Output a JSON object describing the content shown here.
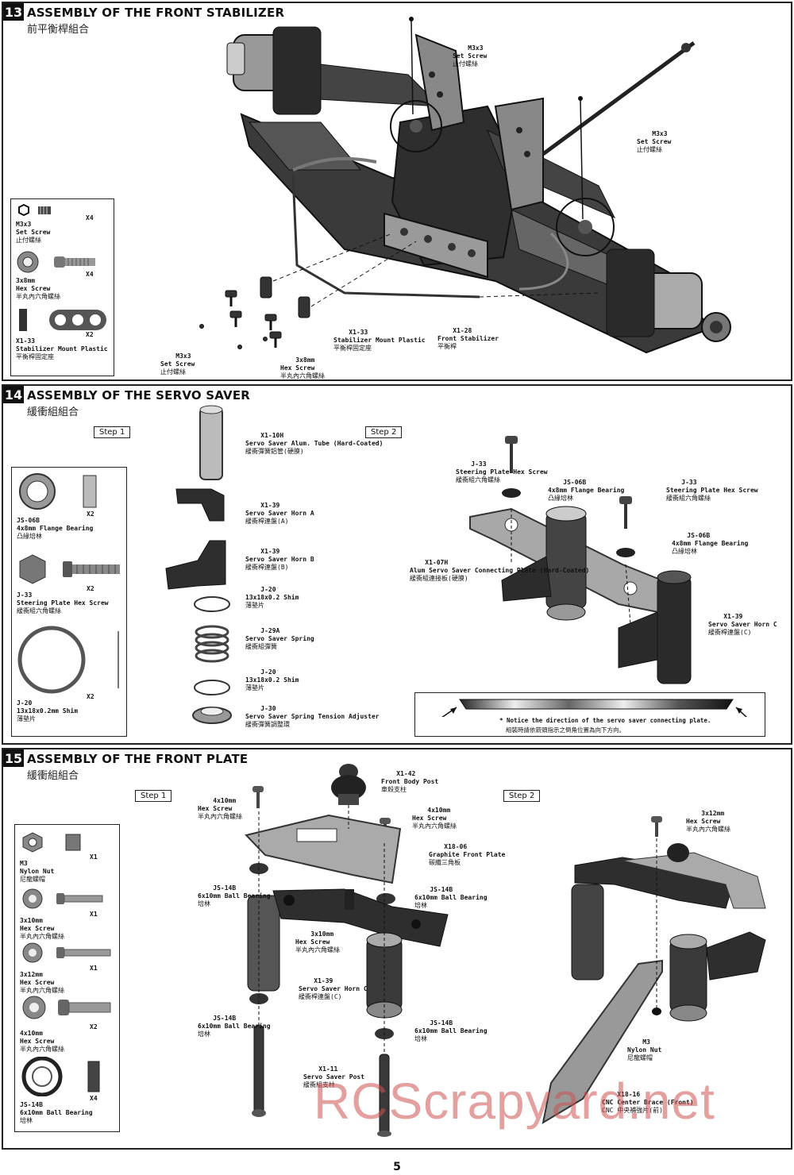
{
  "s13": {
    "num": "13",
    "title": "ASSEMBLY OF THE FRONT STABILIZER",
    "ctitle": "前平衡桿組合",
    "legend": [
      {
        "code": "M3x3",
        "name": "Set Screw",
        "cn": "止付螺絲",
        "qty": "X4"
      },
      {
        "code": "3x8mm",
        "name": "Hex Screw",
        "cn": "半丸內六角螺絲",
        "qty": "X4"
      },
      {
        "code": "X1-33",
        "name": "Stabilizer Mount Plastic",
        "cn": "平衡桿固定座",
        "qty": "X2"
      }
    ],
    "callouts": [
      {
        "code": "M3x3",
        "name": "Set Screw",
        "cn": "止付螺絲"
      },
      {
        "code": "M3x3",
        "name": "Set Screw",
        "cn": "止付螺絲"
      },
      {
        "code": "X1-28",
        "name": "Front Stabilizer",
        "cn": "平衡桿"
      },
      {
        "code": "X1-33",
        "name": "Stabilizer Mount Plastic",
        "cn": "平衡桿固定座"
      },
      {
        "code": "3x8mm",
        "name": "Hex Screw",
        "cn": "半丸內六角螺絲"
      },
      {
        "code": "M3x3",
        "name": "Set Screw",
        "cn": "止付螺絲"
      }
    ]
  },
  "s14": {
    "num": "14",
    "title": "ASSEMBLY OF THE SERVO SAVER",
    "ctitle": "緩衝組組合",
    "step1": "Step 1",
    "step2": "Step 2",
    "legend": [
      {
        "code": "JS-06B",
        "name": "4x8mm Flange Bearing",
        "cn": "凸緣培林",
        "qty": "X2"
      },
      {
        "code": "J-33",
        "name": "Steering Plate Hex Screw",
        "cn": "緩衝組六角螺絲",
        "qty": "X2"
      },
      {
        "code": "J-20",
        "name": "13x18x0.2mm Shim",
        "cn": "薄墊片",
        "qty": "X2"
      }
    ],
    "callouts1": [
      {
        "code": "X1-10H",
        "name": "Servo Saver Alum. Tube (Hard-Coated)",
        "cn": "緩衝彈簧鋁管(硬膜)"
      },
      {
        "code": "X1-39",
        "name": "Servo Saver Horn A",
        "cn": "緩衝桿連盤(A)"
      },
      {
        "code": "X1-39",
        "name": "Servo Saver Horn B",
        "cn": "緩衝桿連盤(B)"
      },
      {
        "code": "J-20",
        "name": "13x18x0.2 Shim",
        "cn": "薄墊片"
      },
      {
        "code": "J-29A",
        "name": "Servo Saver Spring",
        "cn": "緩衝組彈簧"
      },
      {
        "code": "J-20",
        "name": "13x18x0.2 Shim",
        "cn": "薄墊片"
      },
      {
        "code": "J-30",
        "name": "Servo Saver Spring Tension Adjuster",
        "cn": "緩衝彈簧調整環"
      }
    ],
    "callouts2": [
      {
        "code": "J-33",
        "name": "Steering Plate Hex Screw",
        "cn": "緩衝組六角螺絲"
      },
      {
        "code": "JS-06B",
        "name": "4x8mm Flange Bearing",
        "cn": "凸緣培林"
      },
      {
        "code": "J-33",
        "name": "Steering Plate Hex Screw",
        "cn": "緩衝組六角螺絲"
      },
      {
        "code": "JS-06B",
        "name": "4x8mm Flange Bearing",
        "cn": "凸緣培林"
      },
      {
        "code": "X1-07H",
        "name": "Alum Servo Saver Connecting Plate (Hard-Coated)",
        "cn": "緩衝組連接板(硬膜)"
      },
      {
        "code": "X1-39",
        "name": "Servo Saver Horn C",
        "cn": "緩衝桿連盤(C)"
      }
    ],
    "note": "* Notice the direction of the servo saver connecting plate.",
    "note_cn": "組裝時請依箭頭指示之倒角位置為向下方向。"
  },
  "s15": {
    "num": "15",
    "title": "ASSEMBLY OF THE FRONT PLATE",
    "ctitle": "緩衝組組合",
    "step1": "Step 1",
    "step2": "Step 2",
    "legend": [
      {
        "code": "M3",
        "name": "Nylon Nut",
        "cn": "尼龍螺帽",
        "qty": "X1"
      },
      {
        "code": "3x10mm",
        "name": "Hex Screw",
        "cn": "半丸內六角螺絲",
        "qty": "X1"
      },
      {
        "code": "3x12mm",
        "name": "Hex Screw",
        "cn": "半丸內六角螺絲",
        "qty": "X1"
      },
      {
        "code": "4x10mm",
        "name": "Hex Screw",
        "cn": "半丸內六角螺絲",
        "qty": "X2"
      },
      {
        "code": "JS-14B",
        "name": "6x10mm Ball Bearing",
        "cn": "培林",
        "qty": "X4"
      }
    ],
    "callouts1": [
      {
        "code": "X1-42",
        "name": "Front Body Post",
        "cn": "車殼支柱"
      },
      {
        "code": "4x10mm",
        "name": "Hex Screw",
        "cn": "半丸內六角螺絲"
      },
      {
        "code": "4x10mm",
        "name": "Hex Screw",
        "cn": "半丸內六角螺絲"
      },
      {
        "code": "X18-06",
        "name": "Graphite Front Plate",
        "cn": "碳纖三角板"
      },
      {
        "code": "JS-14B",
        "name": "6x10mm Ball Bearing",
        "cn": "培林"
      },
      {
        "code": "JS-14B",
        "name": "6x10mm Ball Bearing",
        "cn": "培林"
      },
      {
        "code": "3x10mm",
        "name": "Hex Screw",
        "cn": "半丸內六角螺絲"
      },
      {
        "code": "X1-39",
        "name": "Servo Saver Horn C",
        "cn": "緩衝桿連盤(C)"
      },
      {
        "code": "JS-14B",
        "name": "6x10mm Ball Bearing",
        "cn": "培林"
      },
      {
        "code": "JS-14B",
        "name": "6x10mm Ball Bearing",
        "cn": "培林"
      },
      {
        "code": "X1-11",
        "name": "Servo Saver Post",
        "cn": "緩衝組支柱"
      }
    ],
    "callouts2": [
      {
        "code": "3x12mm",
        "name": "Hex Screw",
        "cn": "半丸內六角螺絲"
      },
      {
        "code": "M3",
        "name": "Nylon Nut",
        "cn": "尼龍螺帽"
      },
      {
        "code": "X18-16",
        "name": "CNC Center Brace (Front)",
        "cn": "CNC 中央補強片(前)"
      }
    ]
  },
  "page_number": "5",
  "watermark": "RCScrapyard.net"
}
